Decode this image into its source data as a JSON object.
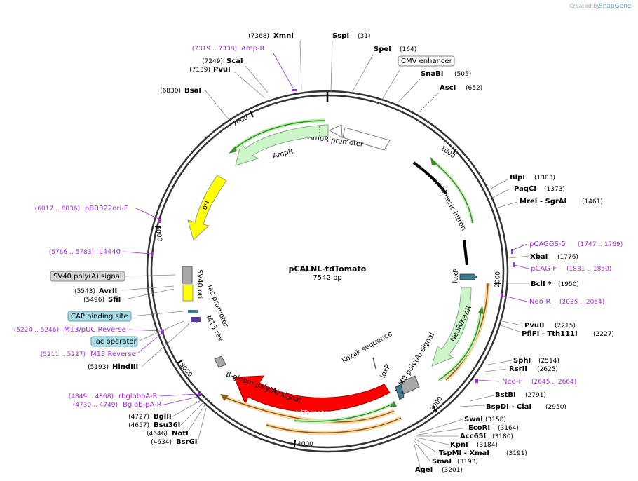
{
  "credit": {
    "prefix": "Created by",
    "brand": "SnapGene"
  },
  "plasmid": {
    "name": "pCALNL-tdTomato",
    "length": "7542 bp"
  },
  "ticks": [
    "1000",
    "2000",
    "3000",
    "4000",
    "5000",
    "6000",
    "7000"
  ],
  "enzymes": [
    {
      "name": "XmnI",
      "pos": "(7368)"
    },
    {
      "name": "SspI",
      "pos": "(31)"
    },
    {
      "name": "SpeI",
      "pos": "(164)"
    },
    {
      "name": "SnaBI",
      "pos": "(505)"
    },
    {
      "name": "AscI",
      "pos": "(652)"
    },
    {
      "name": "ScaI",
      "pos": "(7249)"
    },
    {
      "name": "PvuI",
      "pos": "(7139)"
    },
    {
      "name": "BsaI",
      "pos": "(6830)"
    },
    {
      "name": "BlpI",
      "pos": "(1303)"
    },
    {
      "name": "PaqCI",
      "pos": "(1373)"
    },
    {
      "name": "MreI - SgrAI",
      "pos": "(1461)"
    },
    {
      "name": "XbaI",
      "pos": "(1776)"
    },
    {
      "name": "BclI *",
      "pos": "(1950)"
    },
    {
      "name": "PvuII",
      "pos": "(2215)"
    },
    {
      "name": "PflFI - Tth111I",
      "pos": "(2227)"
    },
    {
      "name": "SphI",
      "pos": "(2514)"
    },
    {
      "name": "RsrII",
      "pos": "(2625)"
    },
    {
      "name": "BstBI",
      "pos": "(2791)"
    },
    {
      "name": "BspDI - ClaI",
      "pos": "(2950)"
    },
    {
      "name": "SwaI",
      "pos": "(3158)"
    },
    {
      "name": "EcoRI",
      "pos": "(3164)"
    },
    {
      "name": "Acc65I",
      "pos": "(3180)"
    },
    {
      "name": "KpnI",
      "pos": "(3184)"
    },
    {
      "name": "TspMI - XmaI",
      "pos": "(3191)"
    },
    {
      "name": "SmaI",
      "pos": "(3193)"
    },
    {
      "name": "AgeI",
      "pos": "(3201)"
    },
    {
      "name": "AvrII",
      "pos": "(5543)"
    },
    {
      "name": "SfiI",
      "pos": "(5496)"
    },
    {
      "name": "HindIII",
      "pos": "(5193)"
    },
    {
      "name": "BglII",
      "pos": "(4727)"
    },
    {
      "name": "Bsu36I",
      "pos": "(4657)"
    },
    {
      "name": "NotI",
      "pos": "(4646)"
    },
    {
      "name": "BsrGI",
      "pos": "(4634)"
    }
  ],
  "primers": [
    {
      "name": "Amp-R",
      "pos": "(7319 .. 7338)"
    },
    {
      "name": "pBR322ori-F",
      "pos": "(6017 .. 6036)"
    },
    {
      "name": "L4440",
      "pos": "(5766 .. 5783)"
    },
    {
      "name": "M13/pUC Reverse",
      "pos": "(5224 .. 5246)"
    },
    {
      "name": "M13 Reverse",
      "pos": "(5211 .. 5227)"
    },
    {
      "name": "rbglobpA-R",
      "pos": "(4849 .. 4868)"
    },
    {
      "name": "Bglob-pA-R",
      "pos": "(4730 .. 4749)"
    },
    {
      "name": "pCAGGS-5",
      "pos": "(1747 .. 1769)"
    },
    {
      "name": "pCAG-F",
      "pos": "(1831 .. 1850)"
    },
    {
      "name": "Neo-R",
      "pos": "(2035 .. 2054)"
    },
    {
      "name": "Neo-F",
      "pos": "(2645 .. 2664)"
    }
  ],
  "boxed_features": [
    "CMV enhancer",
    "SV40 poly(A) signal",
    "CAP binding site",
    "lac operator"
  ],
  "features": [
    "AmpR",
    "AmpR promoter",
    "ori",
    "chimeric intron",
    "loxP",
    "NeoR/KanR",
    "SV40 poly(A) signal",
    "Kozak sequence",
    "loxP",
    "tdTomato",
    "β-globin poly(A) signal",
    "SV40 ori",
    "lac promoter",
    "M13 rev"
  ]
}
